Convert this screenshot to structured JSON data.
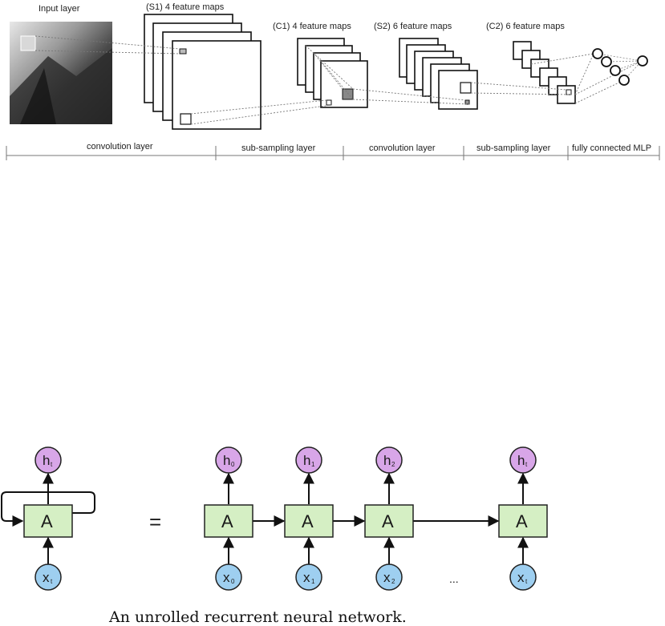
{
  "cnn": {
    "labels": {
      "input": "Input layer",
      "s1": "(S1) 4 feature maps",
      "c1": "(C1) 4 feature maps",
      "s2": "(S2) 6 feature maps",
      "c2": "(C2) 6 feature maps"
    },
    "sections": [
      "convolution layer",
      "sub-sampling layer",
      "convolution layer",
      "sub-sampling layer",
      "fully connected MLP"
    ]
  },
  "rnn": {
    "folded": {
      "output": "h",
      "output_sub": "t",
      "cell": "A",
      "input": "x",
      "input_sub": "t"
    },
    "equals": "=",
    "unrolled": [
      {
        "output": "h",
        "output_sub": "0",
        "cell": "A",
        "input": "x",
        "input_sub": "0"
      },
      {
        "output": "h",
        "output_sub": "1",
        "cell": "A",
        "input": "x",
        "input_sub": "1"
      },
      {
        "output": "h",
        "output_sub": "2",
        "cell": "A",
        "input": "x",
        "input_sub": "2"
      },
      {
        "output": "h",
        "output_sub": "t",
        "cell": "A",
        "input": "x",
        "input_sub": "t"
      }
    ],
    "ellipsis": "...",
    "caption": "An unrolled recurrent neural network.",
    "colors": {
      "cell_fill": "#d5efc4",
      "output_fill": "#d8a6e8",
      "input_fill": "#9ecff0",
      "stroke": "#222222"
    }
  }
}
